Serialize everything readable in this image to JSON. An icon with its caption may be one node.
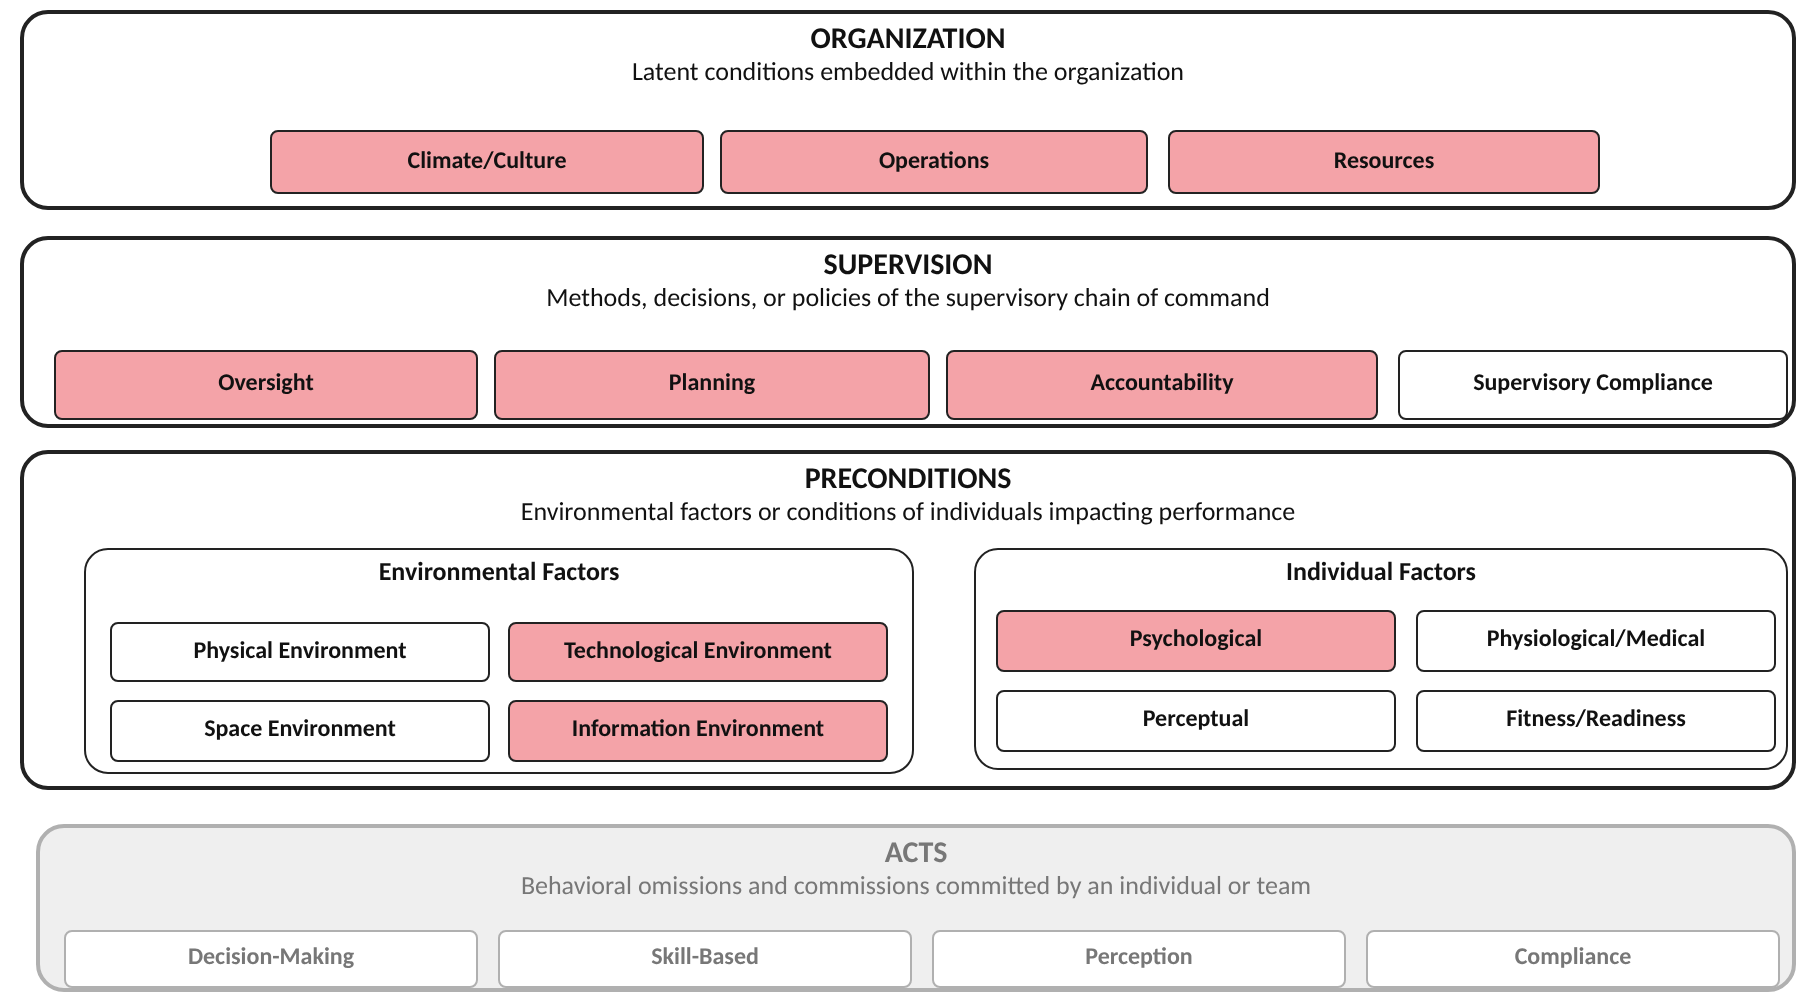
{
  "diagram": {
    "nodes": [
      {
        "text": [
          "ORGANIZATION",
          "Latent conditions embedded within the organization"
        ]
      },
      {
        "text": [
          "Climate/Culture"
        ],
        "in": 0
      },
      {
        "text": [
          "Operations"
        ],
        "in": 0
      },
      {
        "text": [
          "Resources"
        ],
        "in": 0
      },
      {
        "text": [
          "SUPERVISION",
          "Methods, decisions, or policies of the supervisory chain of command"
        ]
      },
      {
        "text": [
          "Oversight"
        ],
        "in": 4
      },
      {
        "text": [
          "Planning"
        ],
        "in": 4
      },
      {
        "text": [
          "Accountability"
        ],
        "in": 4
      },
      {
        "text": [
          "Supervisory Compliance"
        ],
        "in": 4
      },
      {
        "text": [
          "PRECONDITIONS",
          "Environmental factors or conditions of individuals impacting performance"
        ]
      },
      {
        "text": [
          "Environmental Factors"
        ],
        "in": 9
      },
      {
        "text": [
          "Physical Environment"
        ],
        "in": 10
      },
      {
        "text": [
          "Technological Environment"
        ],
        "in": 10
      },
      {
        "text": [
          "Space Environment"
        ],
        "in": 10
      },
      {
        "text": [
          "Information Environment"
        ],
        "in": 10
      },
      {
        "text": [
          "Individual Factors"
        ],
        "in": 9
      },
      {
        "text": [
          "Psychological"
        ],
        "in": 15
      },
      {
        "text": [
          "Physiological/Medical"
        ],
        "in": 15
      },
      {
        "text": [
          "Perceptual"
        ],
        "in": 15
      },
      {
        "text": [
          "Fitness/Readiness"
        ],
        "in": 15
      },
      {
        "text": [
          "ACTS",
          "Behavioral omissions and commissions committed by an individual or team"
        ]
      },
      {
        "text": [
          "Decision-Making"
        ],
        "in": 20
      },
      {
        "text": [
          "Skill-Based"
        ],
        "in": 20
      },
      {
        "text": [
          "Perception"
        ],
        "in": 20
      },
      {
        "text": [
          "Compliance"
        ],
        "in": 20
      }
    ]
  }
}
